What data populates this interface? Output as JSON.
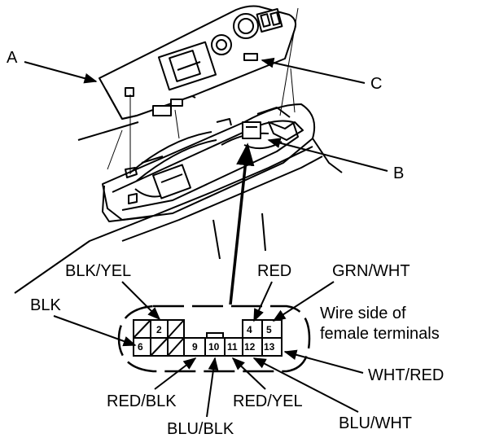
{
  "callouts": {
    "a": "A",
    "b": "B",
    "c": "C"
  },
  "wire_labels": {
    "blk_yel": "BLK/YEL",
    "blk": "BLK",
    "red": "RED",
    "grn_wht": "GRN/WHT",
    "wht_red": "WHT/RED",
    "red_blk": "RED/BLK",
    "red_yel": "RED/YEL",
    "blu_blk": "BLU/BLK",
    "blu_wht": "BLU/WHT"
  },
  "connector_note": {
    "line1": "Wire side of",
    "line2": "female terminals"
  },
  "pins": {
    "p2": "2",
    "p4": "4",
    "p5": "5",
    "p6": "6",
    "p9": "9",
    "p10": "10",
    "p11": "11",
    "p12": "12",
    "p13": "13"
  }
}
